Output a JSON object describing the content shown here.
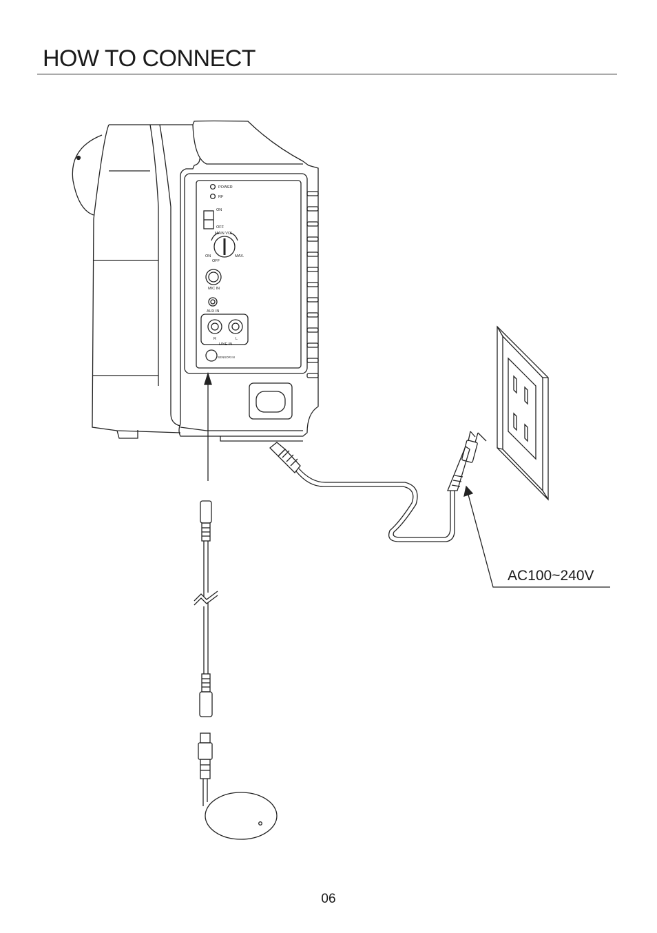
{
  "page": {
    "title": "HOW TO CONNECT",
    "page_number": "06"
  },
  "panel": {
    "power": "POWER",
    "rf": "RF",
    "on": "ON",
    "off": "OFF",
    "main_vol": "MAIN VOL.",
    "knob_on": "ON",
    "knob_off": "OFF",
    "knob_max": "MAX.",
    "mic_in": "MIC IN",
    "aux_in": "AUX IN",
    "r": "R",
    "l": "L",
    "line_in": "LINE IN",
    "sensor_in": "SENSOR IN"
  },
  "power": {
    "voltage": "AC100~240V"
  },
  "icons": [
    "speaker-unit",
    "wall-outlet",
    "power-plug",
    "sensor-cable",
    "sensor-pad"
  ]
}
